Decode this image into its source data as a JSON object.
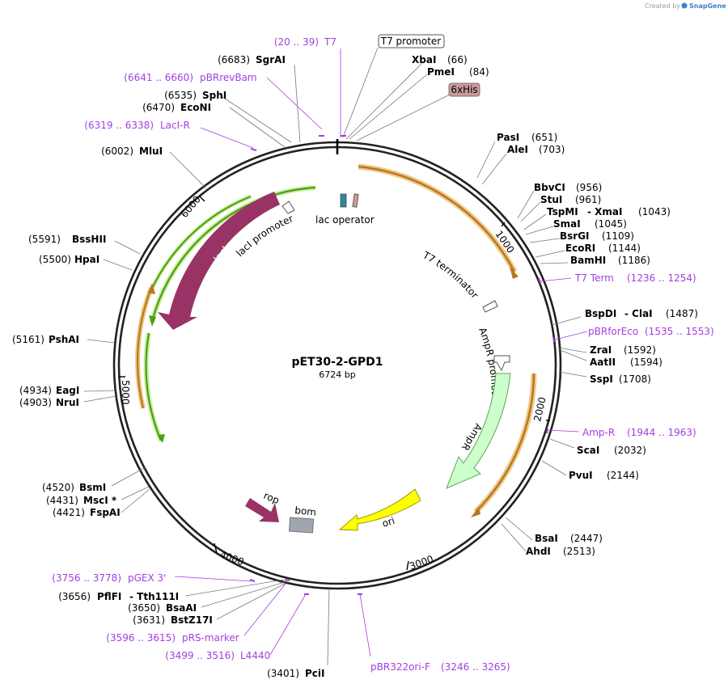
{
  "credit": {
    "prefix": "Created by",
    "brand": "SnapGene"
  },
  "plasmid": {
    "name": "pET30-2-GPD1",
    "size": "6724 bp"
  },
  "ticks": [
    "1000",
    "2000",
    "3000",
    "4000",
    "5000",
    "6000"
  ],
  "sites": [
    {
      "name": "SgrAI",
      "pos": "(6683)"
    },
    {
      "name": "XbaI",
      "pos": "(66)"
    },
    {
      "name": "PmeI",
      "pos": "(84)"
    },
    {
      "name": "SphI",
      "pos": "(6535)"
    },
    {
      "name": "EcoNI",
      "pos": "(6470)"
    },
    {
      "name": "MluI",
      "pos": "(6002)"
    },
    {
      "name": "PasI",
      "pos": "(651)"
    },
    {
      "name": "AleI",
      "pos": "(703)"
    },
    {
      "name": "BbvCI",
      "pos": "(956)"
    },
    {
      "name": "StuI",
      "pos": "(961)"
    },
    {
      "name": "TspMI",
      "pos": ""
    },
    {
      "name": "- XmaI",
      "pos": "(1043)"
    },
    {
      "name": "SmaI",
      "pos": "(1045)"
    },
    {
      "name": "BsrGI",
      "pos": "(1109)"
    },
    {
      "name": "EcoRI",
      "pos": "(1144)"
    },
    {
      "name": "BamHI",
      "pos": "(1186)"
    },
    {
      "name": "BssHII",
      "pos": "(5591)"
    },
    {
      "name": "HpaI",
      "pos": "(5500)"
    },
    {
      "name": "BspDI",
      "pos": ""
    },
    {
      "name": "- ClaI",
      "pos": "(1487)"
    },
    {
      "name": "PshAI",
      "pos": "(5161)"
    },
    {
      "name": "ZraI",
      "pos": "(1592)"
    },
    {
      "name": "AatII",
      "pos": "(1594)"
    },
    {
      "name": "SspI",
      "pos": "(1708)"
    },
    {
      "name": "EagI",
      "pos": "(4934)"
    },
    {
      "name": "NruI",
      "pos": "(4903)"
    },
    {
      "name": "ScaI",
      "pos": "(2032)"
    },
    {
      "name": "PvuI",
      "pos": "(2144)"
    },
    {
      "name": "BsmI",
      "pos": "(4520)"
    },
    {
      "name": "MscI *",
      "pos": "(4431)"
    },
    {
      "name": "FspAI",
      "pos": "(4421)"
    },
    {
      "name": "BsaI",
      "pos": "(2447)"
    },
    {
      "name": "AhdI",
      "pos": "(2513)"
    },
    {
      "name": "PflFI",
      "pos": "(3656)"
    },
    {
      "name": "- Tth111I",
      "pos": ""
    },
    {
      "name": "BsaAI",
      "pos": "(3650)"
    },
    {
      "name": "BstZ17I",
      "pos": "(3631)"
    },
    {
      "name": "PciI",
      "pos": "(3401)"
    }
  ],
  "primers": [
    {
      "name": "T7",
      "range": "(20 .. 39)"
    },
    {
      "name": "pBRrevBam",
      "range": "(6641 .. 6660)"
    },
    {
      "name": "LacI-R",
      "range": "(6319 .. 6338)"
    },
    {
      "name": "T7 Term",
      "range": "(1236 .. 1254)"
    },
    {
      "name": "pBRforEco",
      "range": "(1535 .. 1553)"
    },
    {
      "name": "Amp-R",
      "range": "(1944 .. 1963)"
    },
    {
      "name": "pGEX 3'",
      "range": "(3756 .. 3778)"
    },
    {
      "name": "pRS-marker",
      "range": "(3596 .. 3615)"
    },
    {
      "name": "L4440",
      "range": "(3499 .. 3516)"
    },
    {
      "name": "pBR322ori-F",
      "range": "(3246 .. 3265)"
    }
  ],
  "features": {
    "t7_promoter": "T7 promoter",
    "his_tag": "6xHis",
    "lac_operator": "lac operator",
    "laci_promoter": "lacI promoter",
    "laci": "lacI",
    "t7_terminator": "T7 terminator",
    "ampr_promoter": "AmpR promoter",
    "ampr": "AmpR",
    "ori": "ori",
    "rop": "rop",
    "bom": "bom"
  },
  "colors": {
    "laci": "#993366",
    "ampr": "#ccffcc",
    "ori": "#ffff00",
    "rop": "#993366",
    "bom": "#a0a6b0",
    "orf": "#e8a030",
    "orf_green": "#44aa22",
    "primer": "#a43ee0",
    "his": "#cc9999"
  }
}
